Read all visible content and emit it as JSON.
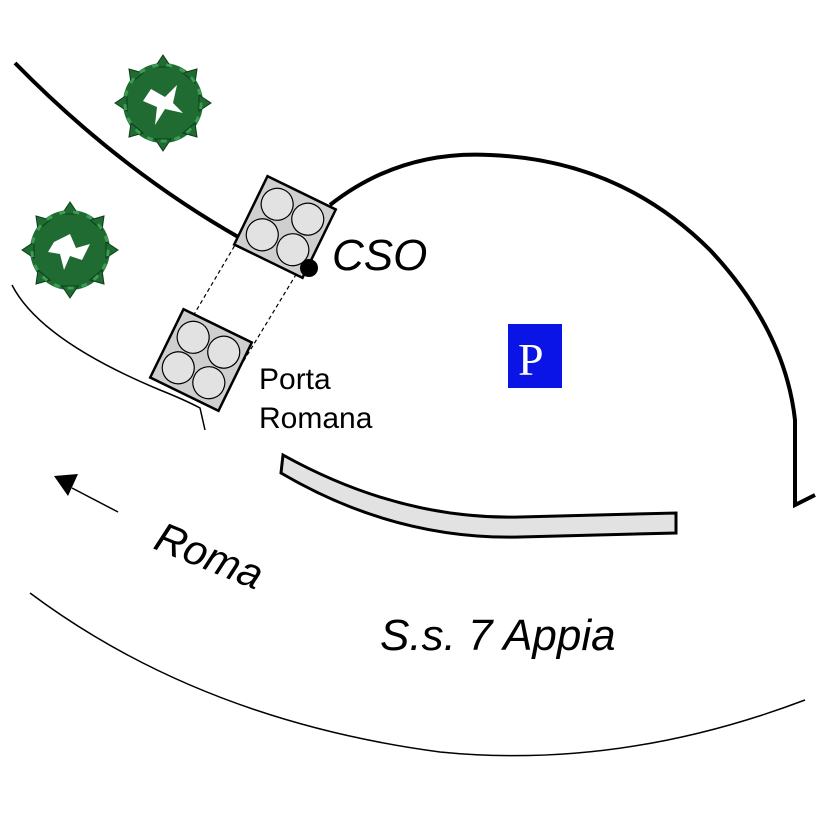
{
  "labels": {
    "cso": "CSO",
    "porta_line1": "Porta",
    "porta_line2": "Romana",
    "roma": "Roma",
    "road": "S.s. 7 Appia",
    "parking": "P"
  },
  "colors": {
    "tree": "#1f6b32",
    "parking_bg": "#0a14e6",
    "parking_fg": "#ffffff",
    "wall_fill": "#e2e2e2",
    "tower_fill": "#cfcfcf",
    "line": "#000000"
  },
  "icons": {
    "tree": "tree-icon",
    "tower": "tower-icon",
    "parking": "parking-sign-icon",
    "arrow": "arrow-left-icon",
    "point": "point-marker-icon"
  }
}
